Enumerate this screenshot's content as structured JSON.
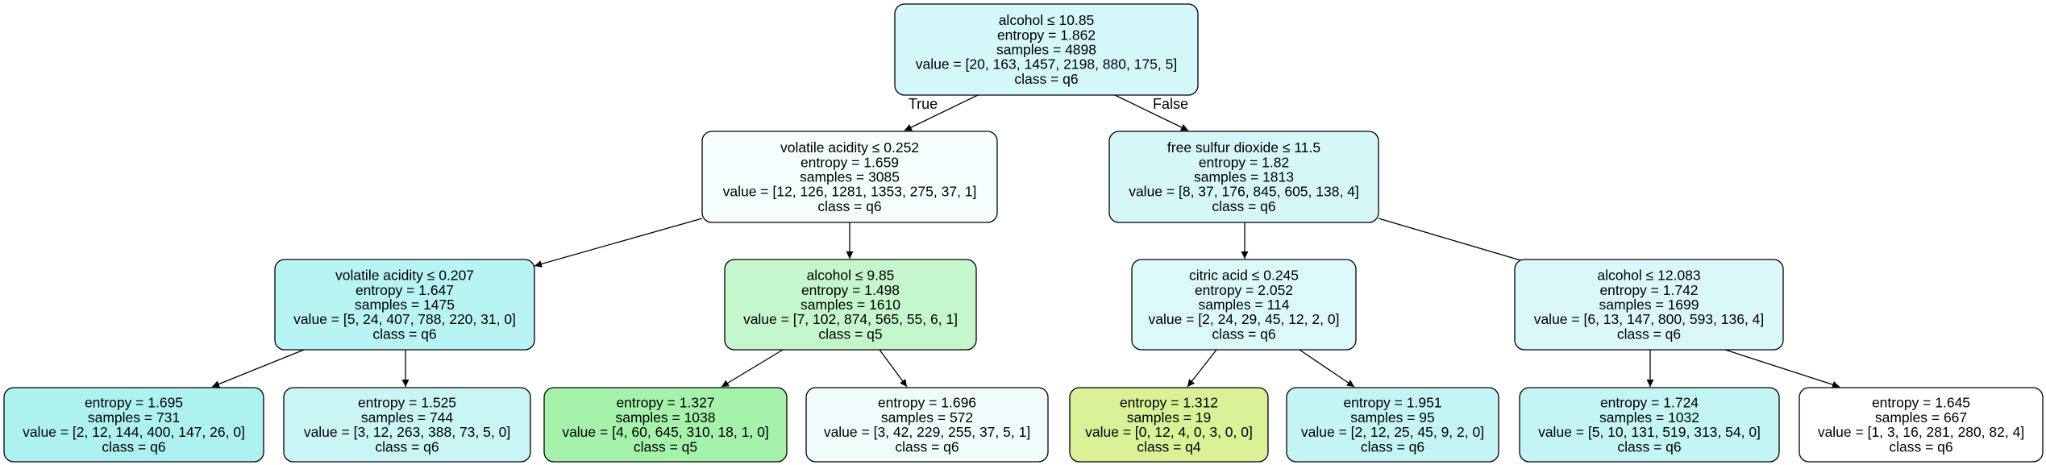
{
  "tree": {
    "edge_labels": {
      "true_label": "True",
      "false_label": "False"
    },
    "nodes": [
      {
        "id": "n0",
        "color": "#d4f7f9",
        "lines": [
          "alcohol ≤ 10.85",
          "entropy = 1.862",
          "samples = 4898",
          "value = [20, 163, 1457, 2198, 880, 175, 5]",
          "class = q6"
        ]
      },
      {
        "id": "n1",
        "color": "#f5fefe",
        "lines": [
          "volatile acidity ≤ 0.252",
          "entropy = 1.659",
          "samples = 3085",
          "value = [12, 126, 1281, 1353, 275, 37, 1]",
          "class = q6"
        ]
      },
      {
        "id": "n2",
        "color": "#d6f7f8",
        "lines": [
          "free sulfur dioxide ≤ 11.5",
          "entropy = 1.82",
          "samples = 1813",
          "value = [8, 37, 176, 845, 605, 138, 4]",
          "class = q6"
        ]
      },
      {
        "id": "n3",
        "color": "#b8f4f3",
        "lines": [
          "volatile acidity ≤ 0.207",
          "entropy = 1.647",
          "samples = 1475",
          "value = [5, 24, 407, 788, 220, 31, 0]",
          "class = q6"
        ]
      },
      {
        "id": "n4",
        "color": "#c5f7cc",
        "lines": [
          "alcohol ≤ 9.85",
          "entropy = 1.498",
          "samples = 1610",
          "value = [7, 102, 874, 565, 55, 6, 1]",
          "class = q5"
        ]
      },
      {
        "id": "n5",
        "color": "#dcf9f9",
        "lines": [
          "citric acid ≤ 0.245",
          "entropy = 2.052",
          "samples = 114",
          "value = [2, 24, 29, 45, 12, 2, 0]",
          "class = q6"
        ]
      },
      {
        "id": "n6",
        "color": "#daf8f9",
        "lines": [
          "alcohol ≤ 12.083",
          "entropy = 1.742",
          "samples = 1699",
          "value = [6, 13, 147, 800, 593, 136, 4]",
          "class = q6"
        ]
      },
      {
        "id": "n7",
        "color": "#aef1f1",
        "lines": [
          "entropy = 1.695",
          "samples = 731",
          "value = [2, 12, 144, 400, 147, 26, 0]",
          "class = q6"
        ]
      },
      {
        "id": "n8",
        "color": "#c9f6f5",
        "lines": [
          "entropy = 1.525",
          "samples = 744",
          "value = [3, 12, 263, 388, 73, 5, 0]",
          "class = q6"
        ]
      },
      {
        "id": "n9",
        "color": "#a5f2aa",
        "lines": [
          "entropy = 1.327",
          "samples = 1038",
          "value = [4, 60, 645, 310, 18, 1, 0]",
          "class = q5"
        ]
      },
      {
        "id": "n10",
        "color": "#f0fcfc",
        "lines": [
          "entropy = 1.696",
          "samples = 572",
          "value = [3, 42, 229, 255, 37, 5, 1]",
          "class = q6"
        ]
      },
      {
        "id": "n11",
        "color": "#d9f297",
        "lines": [
          "entropy = 1.312",
          "samples = 19",
          "value = [0, 12, 4, 0, 3, 0, 0]",
          "class = q4"
        ]
      },
      {
        "id": "n12",
        "color": "#c4f4f4",
        "lines": [
          "entropy = 1.951",
          "samples = 95",
          "value = [2, 12, 25, 45, 9, 2, 0]",
          "class = q6"
        ]
      },
      {
        "id": "n13",
        "color": "#c2f5f4",
        "lines": [
          "entropy = 1.724",
          "samples = 1032",
          "value = [5, 10, 131, 519, 313, 54, 0]",
          "class = q6"
        ]
      },
      {
        "id": "n14",
        "color": "#ffffff",
        "lines": [
          "entropy = 1.645",
          "samples = 667",
          "value = [1, 3, 16, 281, 280, 82, 4]",
          "class = q6"
        ]
      }
    ],
    "edges": [
      {
        "from": "n0",
        "to": "n1"
      },
      {
        "from": "n0",
        "to": "n2"
      },
      {
        "from": "n1",
        "to": "n3"
      },
      {
        "from": "n1",
        "to": "n4"
      },
      {
        "from": "n2",
        "to": "n5"
      },
      {
        "from": "n2",
        "to": "n6"
      },
      {
        "from": "n3",
        "to": "n7"
      },
      {
        "from": "n3",
        "to": "n8"
      },
      {
        "from": "n4",
        "to": "n9"
      },
      {
        "from": "n4",
        "to": "n10"
      },
      {
        "from": "n5",
        "to": "n11"
      },
      {
        "from": "n5",
        "to": "n12"
      },
      {
        "from": "n6",
        "to": "n13"
      },
      {
        "from": "n6",
        "to": "n14"
      }
    ]
  }
}
